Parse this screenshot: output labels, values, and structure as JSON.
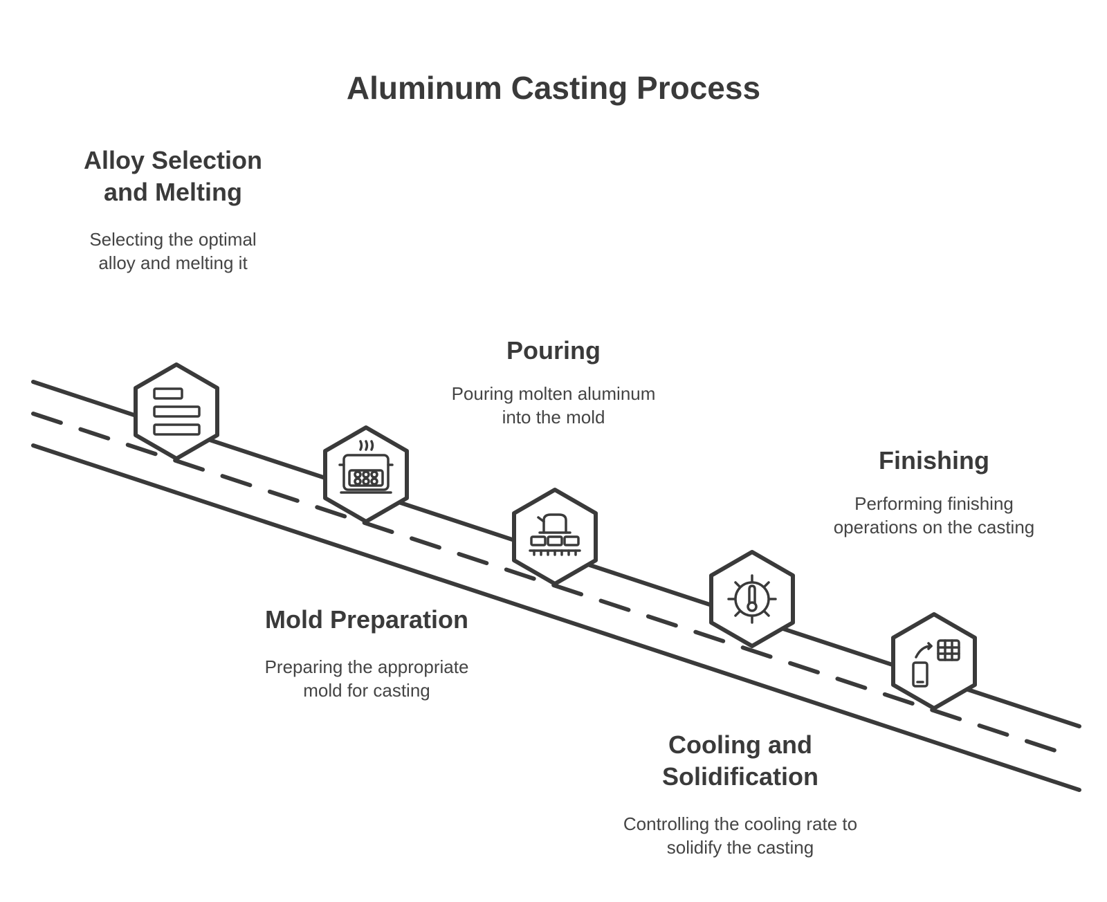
{
  "title": "Aluminum Casting Process",
  "colors": {
    "ink": "#3a3a3a",
    "background": "#ffffff"
  },
  "steps": [
    {
      "title": "Alloy Selection and Melting",
      "description": "Selecting the optimal alloy and melting it",
      "icon": "list-bars-icon"
    },
    {
      "title": "Mold Preparation",
      "description": "Preparing the appropriate mold for casting",
      "icon": "mold-tray-icon"
    },
    {
      "title": "Pouring",
      "description": "Pouring molten aluminum into the mold",
      "icon": "pouring-ladle-icon"
    },
    {
      "title": "Cooling and Solidification",
      "description": "Controlling the cooling rate to solidify the casting",
      "icon": "gear-thermometer-icon"
    },
    {
      "title": "Finishing",
      "description": "Performing finishing operations on the casting",
      "icon": "device-calculator-icon"
    }
  ]
}
